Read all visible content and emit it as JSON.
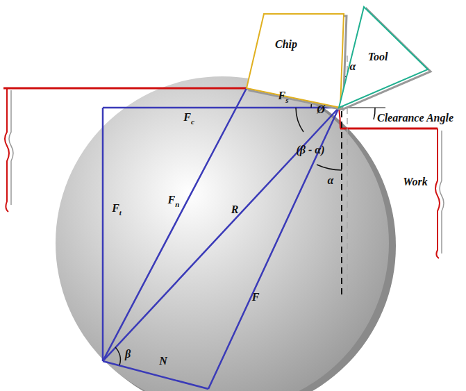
{
  "diagram": {
    "nodes": [
      {
        "text": [
          "Chip"
        ]
      },
      {
        "text": [
          "Tool"
        ]
      }
    ],
    "labels": [
      "α",
      "Fs",
      "Work",
      "Clearance Angle",
      "Fc",
      "Ø",
      "(β - α)",
      "Fn",
      "R",
      "α",
      "F",
      "Ft",
      "β",
      "N"
    ]
  }
}
